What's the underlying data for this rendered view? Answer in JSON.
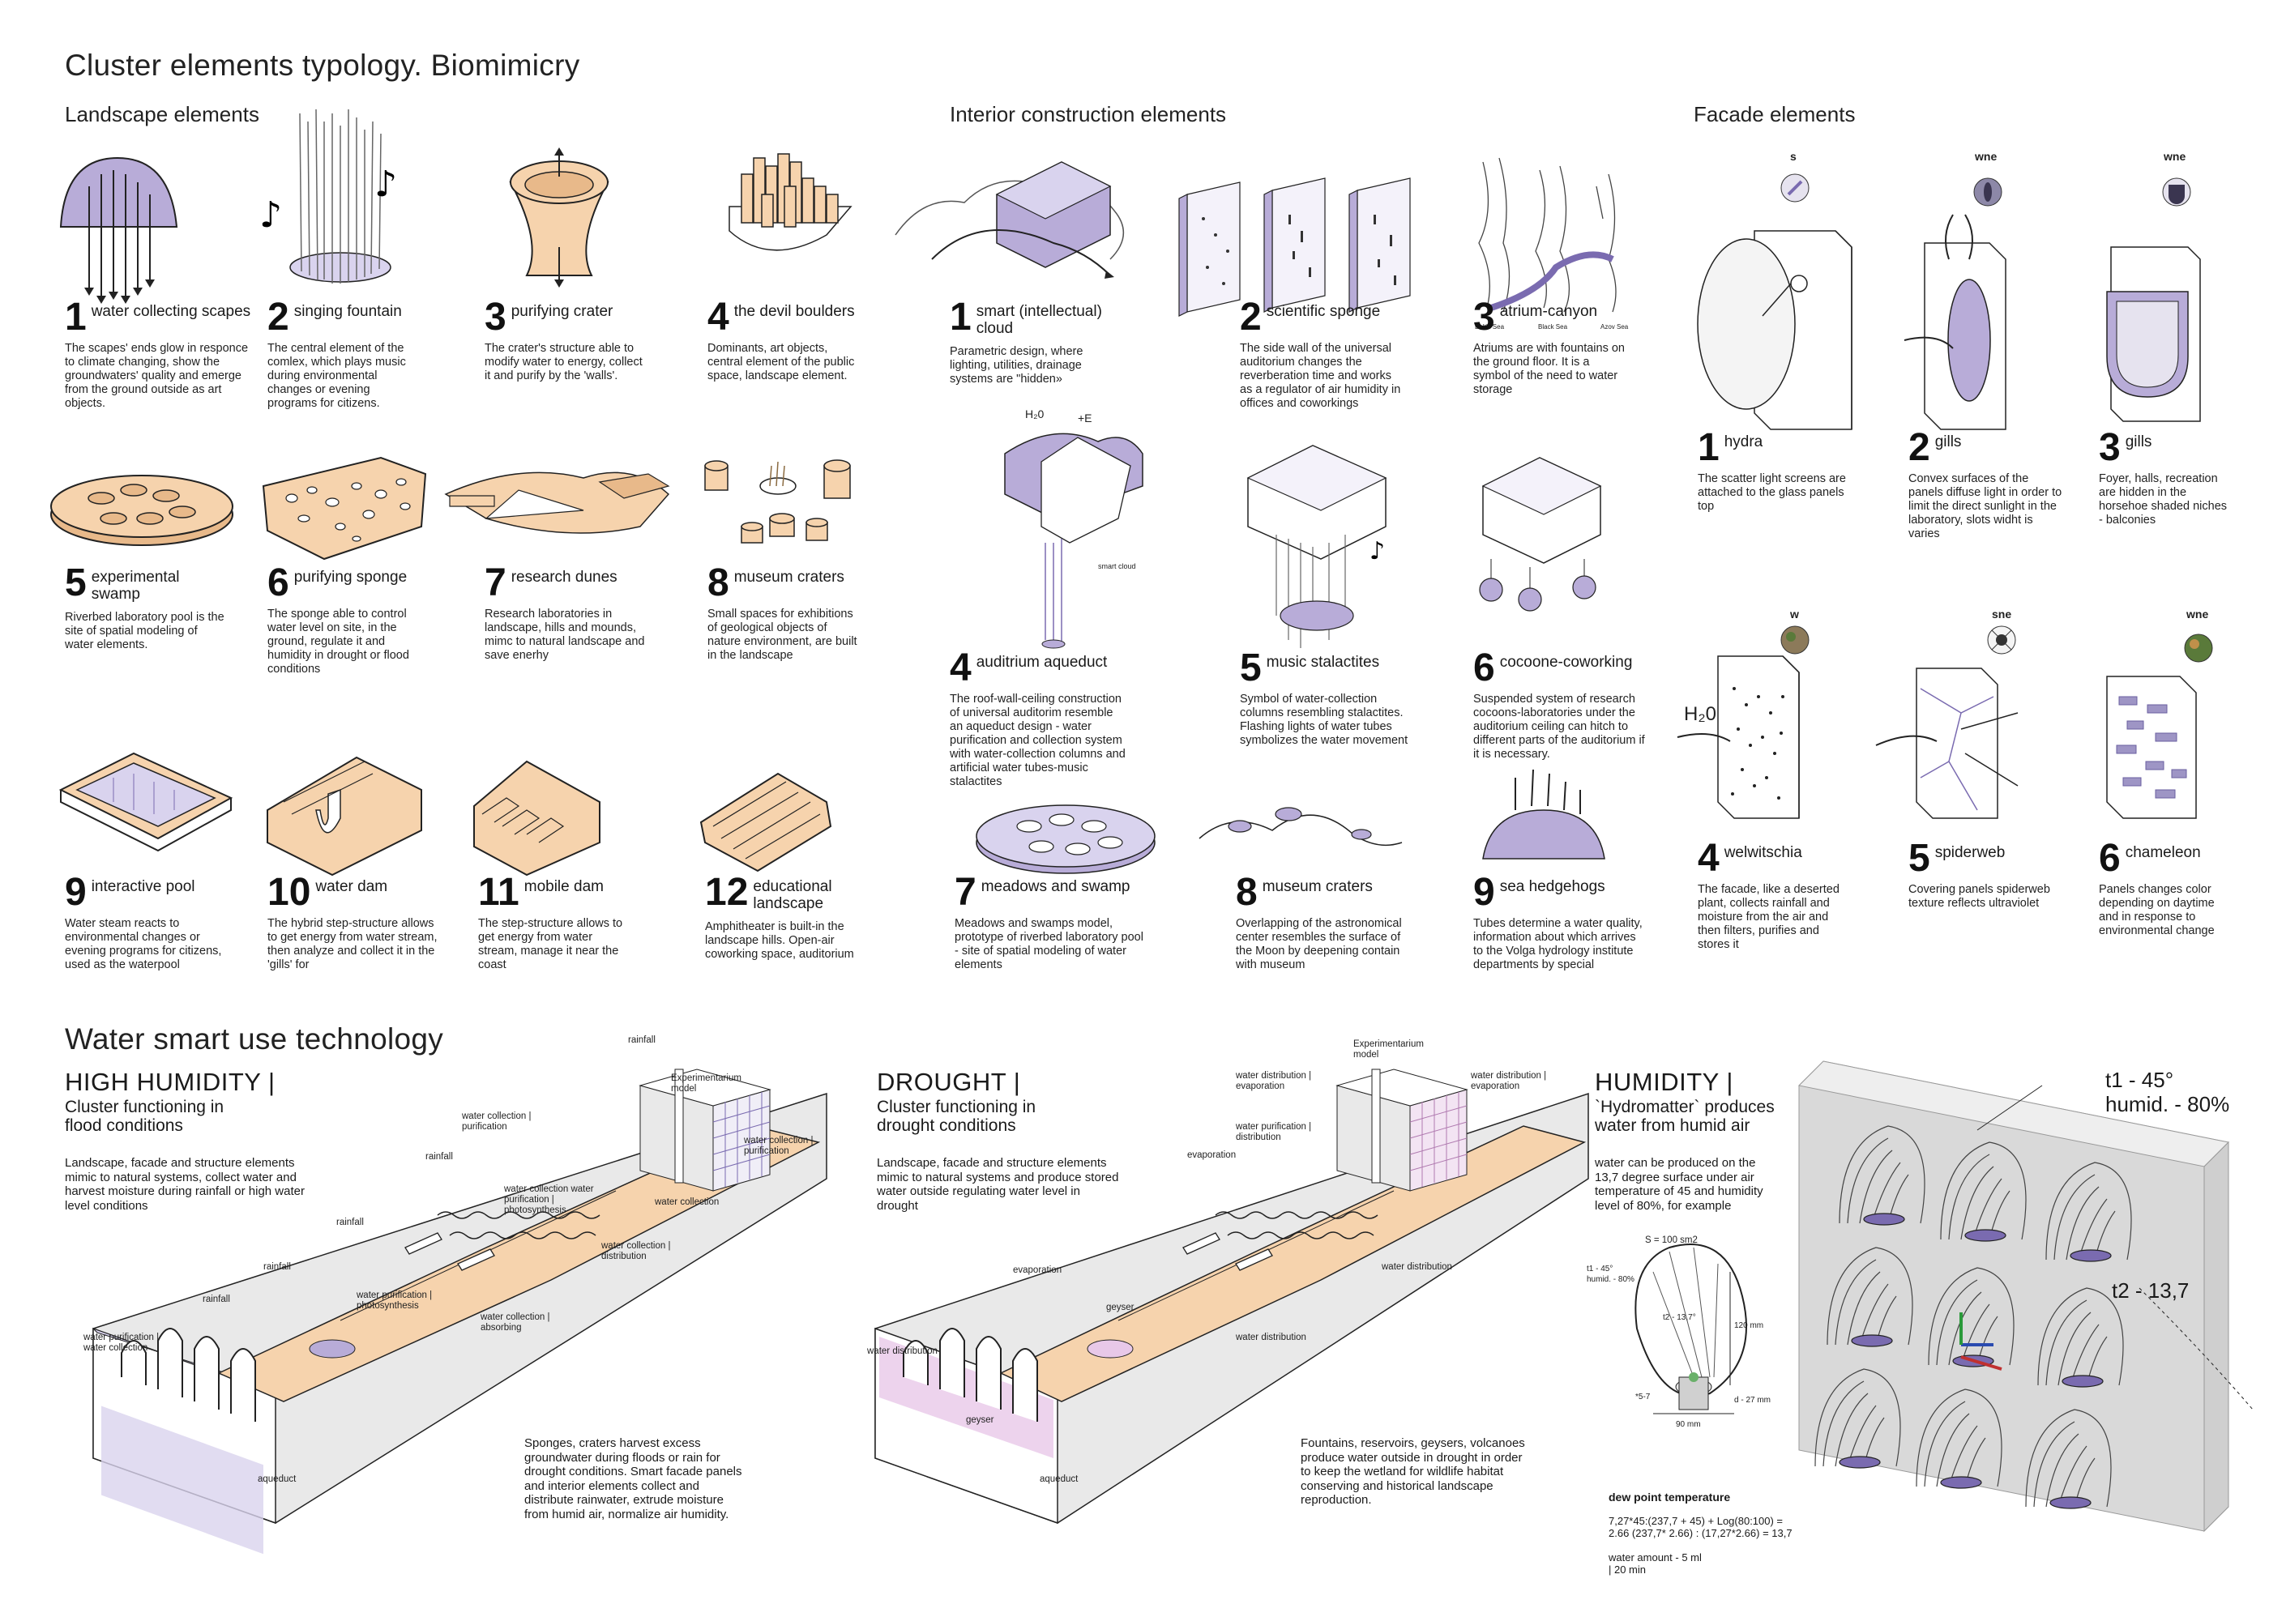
{
  "title": "Cluster elements typology. Biomimicry",
  "sections": {
    "landscape": "Landscape elements",
    "interior": "Interior construction elements",
    "facade": "Facade elements"
  },
  "landscape": [
    {
      "num": "1",
      "title": "water collecting scapes",
      "desc": "The scapes' ends glow in responce to climate changing, show the groundwaters' quality and emerge from the ground outside as art objects."
    },
    {
      "num": "2",
      "title": "singing fountain",
      "desc": "The central element of the comlex, which plays music during environmental changes or evening programs for citizens."
    },
    {
      "num": "3",
      "title": "purifying crater",
      "desc": "The crater's structure able to modify water to energy, collect it and purify by the 'walls'."
    },
    {
      "num": "4",
      "title": "the devil boulders",
      "desc": "Dominants, art objects, central element of the public space, landscape element."
    },
    {
      "num": "5",
      "title": "experimental swamp",
      "desc": "Riverbed laboratory pool is the site of spatial modeling of water elements."
    },
    {
      "num": "6",
      "title": "purifying sponge",
      "desc": "The sponge able to control water level on site, in the ground, regulate it and humidity in drought or flood conditions"
    },
    {
      "num": "7",
      "title": "research dunes",
      "desc": "Research laboratories in landscape, hills and mounds, mimc to natural landscape and save enerhy"
    },
    {
      "num": "8",
      "title": "museum craters",
      "desc": "Small spaces for exhibitions of geological objects of nature environment, are built in the landscape"
    },
    {
      "num": "9",
      "title": "interactive pool",
      "desc": "Water steam reacts to environmental changes or evening programs for citizens, used as the waterpool"
    },
    {
      "num": "10",
      "title": "water dam",
      "desc": "The hybrid step-structure allows to get energy from water stream, then analyze and collect it in the 'gills' for"
    },
    {
      "num": "11",
      "title": "mobile dam",
      "desc": "The step-structure allows to get energy from water stream, manage it near the coast"
    },
    {
      "num": "12",
      "title": "educational landscape",
      "desc": "Amphitheater is built-in the landscape hills. Open-air coworking space, auditorium"
    }
  ],
  "interior": [
    {
      "num": "1",
      "title": "smart (intellectual) cloud",
      "desc": "Parametric design, where lighting, utilities, drainage systems are \"hidden»"
    },
    {
      "num": "2",
      "title": "scientific sponge",
      "desc": "The side wall of the universal auditorium changes the reverberation time and works as a regulator of air humidity in offices and coworkings"
    },
    {
      "num": "3",
      "title": "atrium-canyon",
      "desc": "Atriums are with fountains on the ground floor. It is a symbol of the need to water storage"
    },
    {
      "num": "4",
      "title": "auditrium aqueduct",
      "desc": "The roof-wall-ceiling construction of universal auditorim resemble an aqueduct design - water purification and collection system with water-collection columns and artificial water tubes-music stalactites"
    },
    {
      "num": "5",
      "title": "music stalactites",
      "desc": "Symbol of water-collection columns resembling stalactites. Flashing lights of water tubes symbolizes the water movement"
    },
    {
      "num": "6",
      "title": "cocoone-coworking",
      "desc": "Suspended system of research cocoons-laboratories under the auditorium ceiling can hitch to different parts of the auditorium if it is necessary."
    },
    {
      "num": "7",
      "title": "meadows and swamp",
      "desc": "Meadows and swamps model, prototype of riverbed laboratory pool - site of spatial modeling of water elements"
    },
    {
      "num": "8",
      "title": "museum craters",
      "desc": "Overlapping of the astronomical center resembles the surface of the Moon by deepening contain with museum"
    },
    {
      "num": "9",
      "title": "sea hedgehogs",
      "desc": "Tubes determine a water quality, information about which arrives to the Volga hydrology institute departments by special"
    }
  ],
  "interior_labels": {
    "h2o": "H₂0",
    "plus_e": "+E",
    "baltic": "Baltic Sea",
    "black": "Black Sea",
    "azov": "Azov Sea",
    "smart_cloud": "smart cloud"
  },
  "facade": [
    {
      "num": "1",
      "title": "hydra",
      "dir": "s",
      "desc": "The scatter light screens are attached to the glass panels top"
    },
    {
      "num": "2",
      "title": "gills",
      "dir": "wne",
      "desc": "Convex surfaces of the panels diffuse light in order to limit the direct sunlight in the laboratory, slots widht is varies"
    },
    {
      "num": "3",
      "title": "gills",
      "dir": "wne",
      "desc": "Foyer, halls, recreation are hidden in the horsehoe shaded niches - balconies"
    },
    {
      "num": "4",
      "title": "welwitschia",
      "dir": "w",
      "desc": "The facade, like a deserted plant, collects rainfall and moisture from the air and then filters, purifies and stores it"
    },
    {
      "num": "5",
      "title": "spiderweb",
      "dir": "sne",
      "desc": "Covering panels spiderweb texture reflects ultraviolet"
    },
    {
      "num": "6",
      "title": "chameleon",
      "dir": "wne",
      "desc": "Panels changes color depending on daytime and in response to environmental change"
    }
  ],
  "facade_labels": {
    "h2o": "H₂0"
  },
  "tech_title": "Water smart use technology",
  "high": {
    "head": "HIGH HUMIDITY |",
    "sub": "Cluster functioning in flood conditions",
    "desc": "Landscape, facade and structure elements mimic to natural systems, collect water and harvest moisture during rainfall or high water level conditions",
    "foot": "Sponges, craters harvest excess groundwater during floods or rain for drought conditions. Smart facade panels and interior elements collect and distribute rainwater, extrude moisture from humid air, normalize air humidity.",
    "labels": {
      "rainfall": "rainfall",
      "wpc": "water purification | water collection",
      "experimentarium": "Experimentarium model",
      "wcp1": "water collection | purification",
      "wcp2": "water collection | purification",
      "wc": "water collection",
      "wcwp": "water collection water purification | photosynthesis",
      "wcd": "water collection | distribution",
      "wpp": "water purification | photosynthesis",
      "wca": "water collection | absorbing",
      "aqueduct": "aqueduct"
    }
  },
  "drought": {
    "head": "DROUGHT |",
    "sub": "Cluster functioning in drought conditions",
    "desc": "Landscape, facade and structure elements mimic to natural systems and produce stored water outside regulating water level in drought",
    "foot": "Fountains, reservoirs, geysers, volcanoes produce water outside in drought in order to keep the wetland for wildlife habitat conserving and historical landscape reproduction.",
    "labels": {
      "experimentarium": "Experimentarium model",
      "wde1": "water distribution | evaporation",
      "wde2": "water distribution | evaporation",
      "wpd": "water purification | distribution",
      "evaporation": "evaporation",
      "wd": "water distribution",
      "geyser": "geyser",
      "aqueduct": "aqueduct"
    }
  },
  "humidity": {
    "head": "HUMIDITY |",
    "sub": "`Hydromatter` produces water from humid air",
    "desc": "water can be produced on the 13,7 degree surface under air temperature of 45 and humidity level of 80%, for example",
    "s": "S = 100 sm2",
    "t1": "t1 - 45° humid. - 80%",
    "t2": "t2 - 13,7°",
    "dim120": "120 mm",
    "dim90": "90 mm",
    "d27": "d - 27 mm",
    "ang": "*5-7",
    "dew": "dew point temperature",
    "formula": "7,27*45:(237,7 + 45) + Log(80:100) = 2.66 (237,7* 2.66) : (17,27*2.66) = 13,7",
    "amount": "water amount - 5 ml | 20 min",
    "big_t1": "t1 - 45°",
    "big_h": "humid. - 80%",
    "big_t2": "t2 - 13,7"
  },
  "colors": {
    "peach": "#f6d3ad",
    "lavender": "#b8acd8",
    "lav_dark": "#7a6bb0",
    "grey": "#e9e9e9",
    "pink": "#e8c8e8"
  }
}
